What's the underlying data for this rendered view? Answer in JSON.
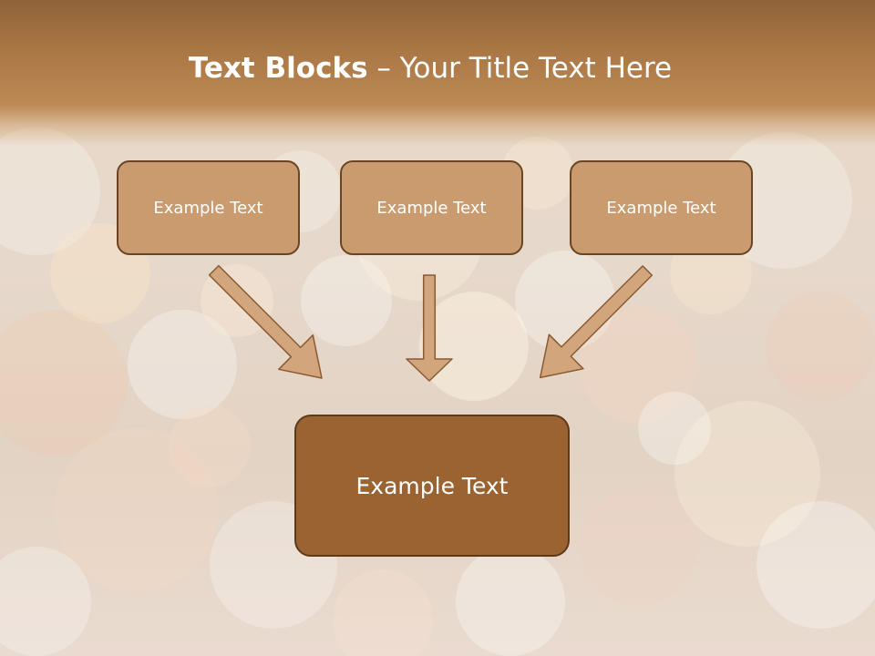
{
  "slide": {
    "title_bold": "Text Blocks",
    "title_dash": "–",
    "title_rest": "Your Title Text Here"
  },
  "blocks": {
    "left": "Example Text",
    "middle": "Example Text",
    "right": "Example Text",
    "target": "Example Text"
  },
  "colors": {
    "header": "#a77443",
    "small_box_fill": "#cb9b70",
    "small_box_border": "#6a4523",
    "big_box_fill": "#9b6332",
    "arrow_fill": "#d3a57c",
    "arrow_stroke": "#8a5a33"
  },
  "icons": {
    "arrows": [
      "arrow-down-right-icon",
      "arrow-down-icon",
      "arrow-down-left-icon"
    ]
  }
}
